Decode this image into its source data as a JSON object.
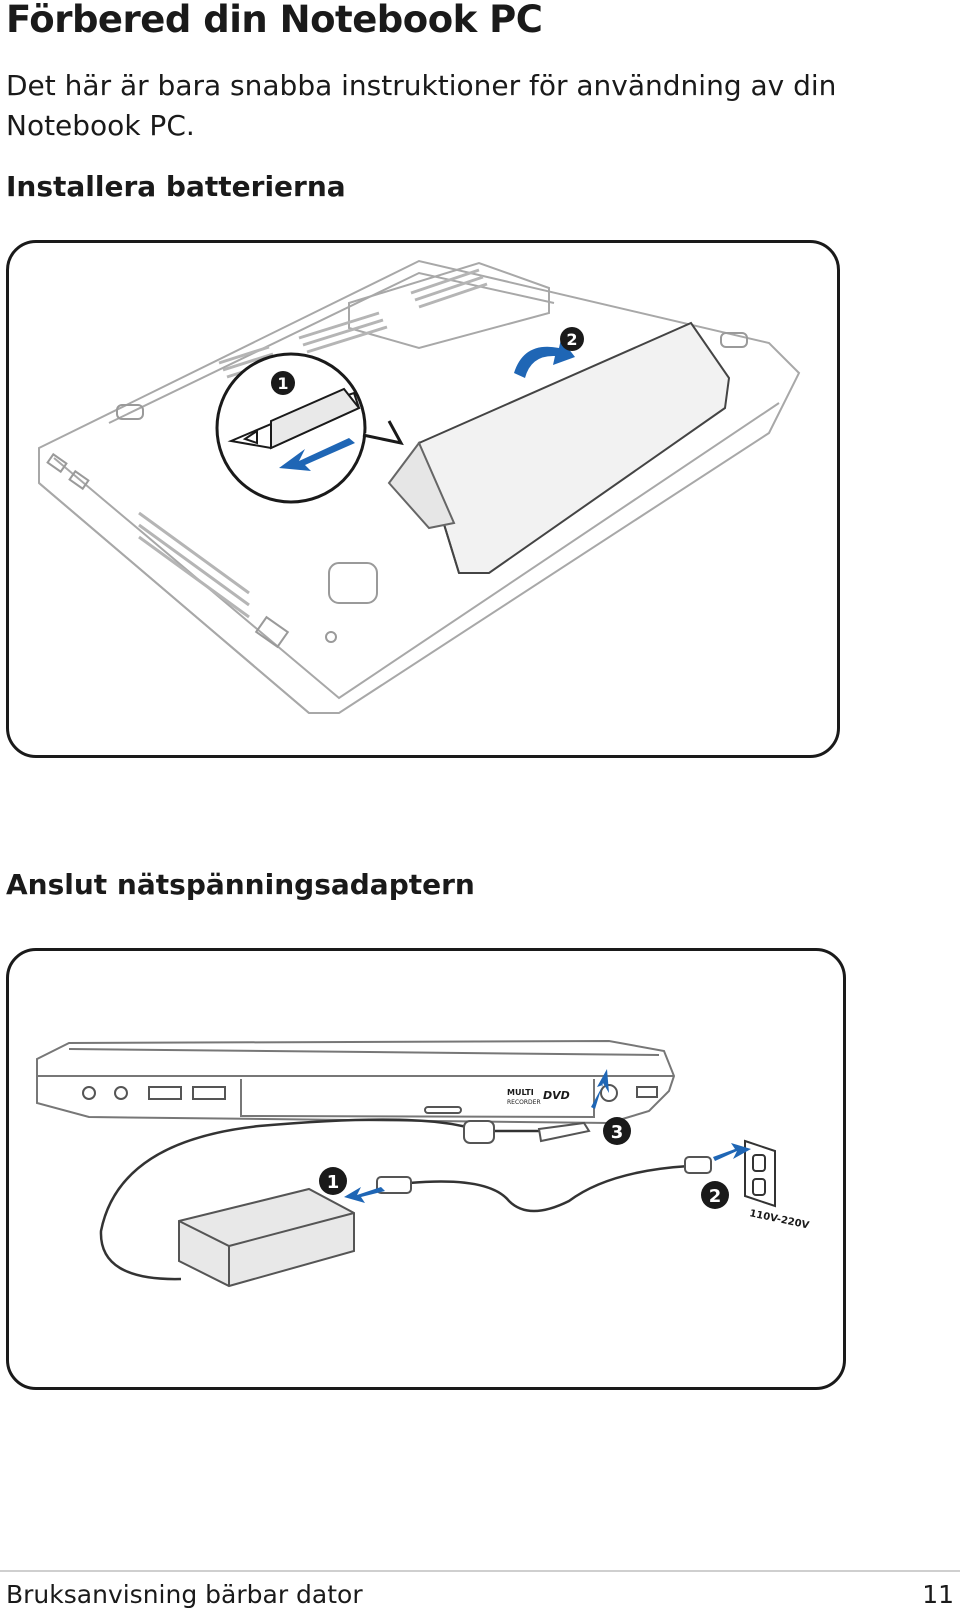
{
  "page": {
    "title": "Förbered din Notebook PC",
    "intro": "Det här är bara snabba instruktioner för användning av din Notebook PC."
  },
  "sections": [
    {
      "heading": "Installera batterierna",
      "figure": {
        "step_markers": [
          "1",
          "2"
        ]
      }
    },
    {
      "heading": "Anslut nätspänningsadaptern",
      "figure": {
        "step_markers": [
          "1",
          "2",
          "3"
        ],
        "voltage_label": "110V-220V",
        "drive_labels": [
          "MULTI",
          "RECORDER",
          "DVD"
        ]
      }
    }
  ],
  "footer": {
    "left": "Bruksanvisning bärbar dator",
    "page_number": "11"
  },
  "colors": {
    "arrow_blue": "#1f66b5",
    "line_art": "#9a9a9a",
    "text": "#1a1a1a"
  }
}
